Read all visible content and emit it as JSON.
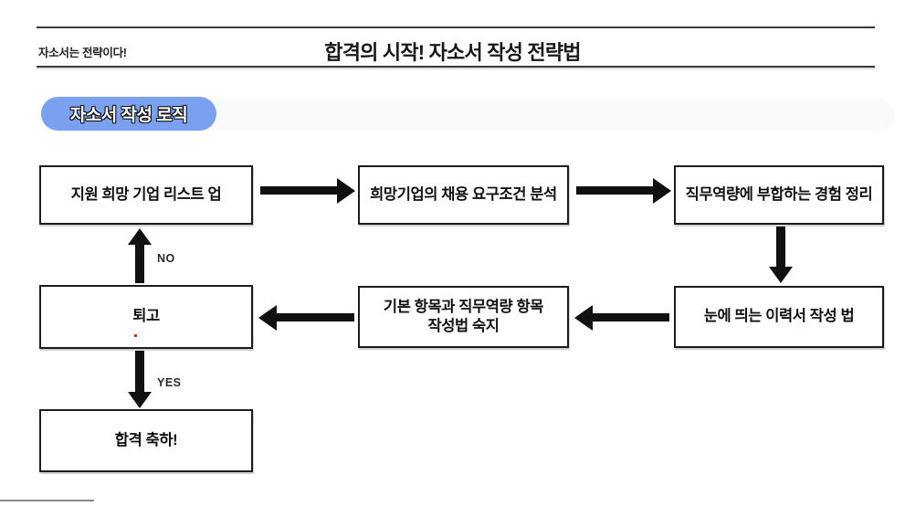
{
  "colors": {
    "accent": "#7aa0f0",
    "box_border": "#1c1c1c",
    "arrow": "#111111",
    "text": "#1a1a1a"
  },
  "header": {
    "kicker": "자소서는 전략이다!",
    "title": "합격의 시작! 자소서 작성 전략법"
  },
  "badge": {
    "label": "자소서 작성 로직"
  },
  "flow": {
    "boxes": [
      {
        "id": "list-up",
        "label": "지원 희망 기업 리스트 업"
      },
      {
        "id": "analyze",
        "label": "희망기업의 채용 요구조건 분석"
      },
      {
        "id": "experience",
        "label": "직무역량에 부합하는 경험 정리"
      },
      {
        "id": "revise",
        "label": "퇴고"
      },
      {
        "id": "items",
        "label": "기본 항목과 직무역량 항목\n작성법 숙지"
      },
      {
        "id": "resume",
        "label": "눈에 띄는 이력서 작성 법"
      },
      {
        "id": "congrats",
        "label": "합격 축하!"
      }
    ],
    "labels": {
      "no": "NO",
      "yes": "YES"
    }
  }
}
